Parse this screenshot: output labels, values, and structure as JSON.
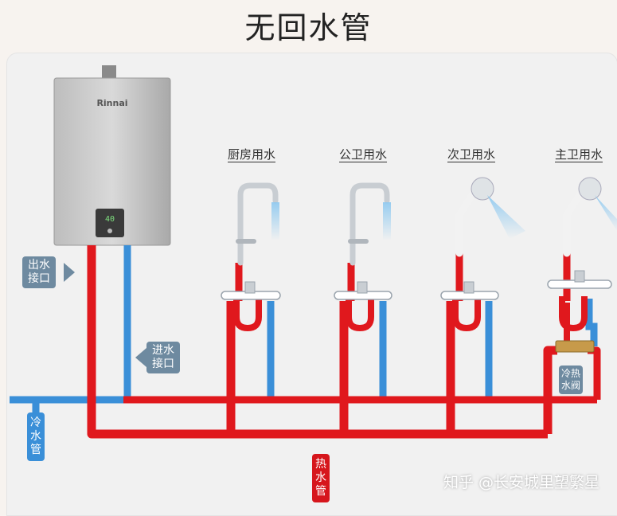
{
  "title": "无回水管",
  "heater": {
    "brand": "Rinnai",
    "display": "40"
  },
  "fixtures": [
    {
      "label": "厨房用水",
      "icon": "faucet-icon"
    },
    {
      "label": "公卫用水",
      "icon": "faucet-icon"
    },
    {
      "label": "次卫用水",
      "icon": "shower-head-icon"
    },
    {
      "label": "主卫用水",
      "icon": "shower-head-icon"
    }
  ],
  "labels": {
    "outlet": [
      "出水",
      "接口"
    ],
    "inlet": [
      "进水",
      "接口"
    ],
    "cold_pipe": [
      "冷",
      "水",
      "管"
    ],
    "hot_pipe": [
      "热",
      "水",
      "管"
    ],
    "mixing_valve": [
      "冷热",
      "水阀"
    ]
  },
  "colors": {
    "hot": "#e0181d",
    "cold": "#3a8fd8",
    "label_gray": "#6e8aa0"
  },
  "watermark": "知乎 @长安城里望繁星"
}
